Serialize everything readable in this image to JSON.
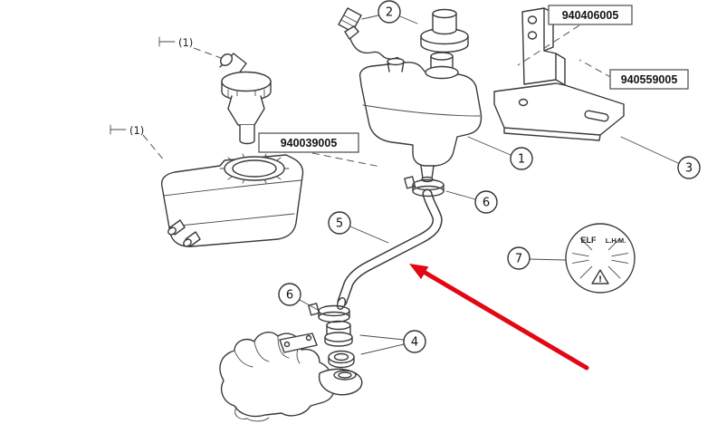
{
  "background": "#ffffff",
  "colors": {
    "line": "#3a3a3a",
    "callout_highlight": "#b5cc34",
    "callout_highlight_stroke": "#7a9a1f",
    "arrow": "#e30613"
  },
  "ref_labels": {
    "upper": "(1)",
    "lower": "(1)"
  },
  "part_number_boxes": [
    {
      "id": "box-top-right",
      "value": "940406005"
    },
    {
      "id": "box-mid-right",
      "value": "940559005"
    },
    {
      "id": "box-center-left",
      "value": "940039005"
    }
  ],
  "callouts": [
    {
      "id": "callout-2",
      "label": "2",
      "highlighted": false
    },
    {
      "id": "callout-1",
      "label": "1",
      "highlighted": false
    },
    {
      "id": "callout-3",
      "label": "3",
      "highlighted": false
    },
    {
      "id": "callout-6-upper",
      "label": "6",
      "highlighted": false
    },
    {
      "id": "callout-5",
      "label": "5",
      "highlighted": true
    },
    {
      "id": "callout-7",
      "label": "7",
      "highlighted": false
    },
    {
      "id": "callout-6-lower",
      "label": "6",
      "highlighted": false
    },
    {
      "id": "callout-4",
      "label": "4",
      "highlighted": false
    }
  ],
  "reservoir_cap": {
    "brand": "ELF",
    "grade": "L.H.M.",
    "warning_mark": "!"
  }
}
